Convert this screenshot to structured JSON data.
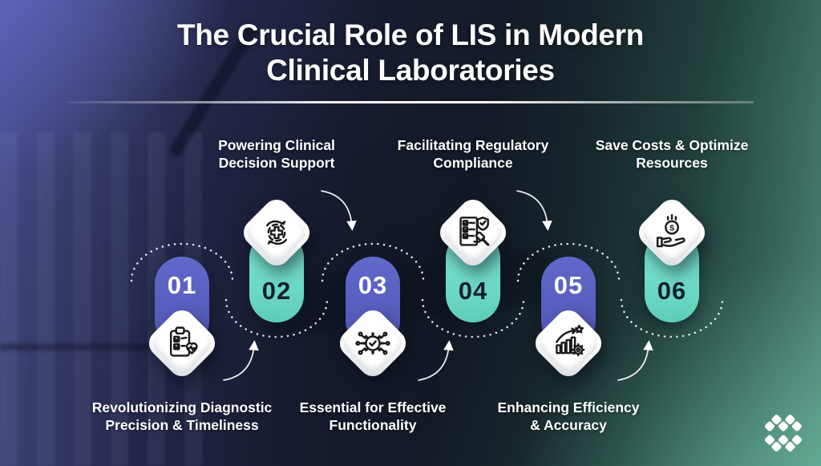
{
  "title": {
    "line1": "The Crucial Role of LIS in Modern",
    "line2": "Clinical Laboratories"
  },
  "steps": [
    {
      "number": "01",
      "label": "Revolutionizing Diagnostic\nPrecision & Timeliness",
      "icon": "clipboard-checklist-heart-icon",
      "capsule_color": "#5b61c2",
      "label_position": "bottom"
    },
    {
      "number": "02",
      "label": "Powering Clinical\nDecision Support",
      "icon": "hands-medical-cross-icon",
      "capsule_color": "#6fdcc7",
      "label_position": "top"
    },
    {
      "number": "03",
      "label": "Essential for Effective\nFunctionality",
      "icon": "gear-check-network-icon",
      "capsule_color": "#5b61c2",
      "label_position": "bottom"
    },
    {
      "number": "04",
      "label": "Facilitating Regulatory\nCompliance",
      "icon": "checklist-shield-gavel-icon",
      "capsule_color": "#6fdcc7",
      "label_position": "top"
    },
    {
      "number": "05",
      "label": "Enhancing Efficiency\n& Accuracy",
      "icon": "growth-chart-star-gear-icon",
      "capsule_color": "#5b61c2",
      "label_position": "bottom"
    },
    {
      "number": "06",
      "label": "Save Costs & Optimize\nResources",
      "icon": "hand-holding-dollar-coin-icon",
      "capsule_color": "#6fdcc7",
      "label_position": "top"
    }
  ],
  "glyphs": {
    "dollar": "$"
  },
  "colors": {
    "accent_purple": "#5b61c2",
    "accent_teal": "#6fdcc7",
    "card_white": "#ffffff",
    "number_dark": "#14202c",
    "title_text": "#ffffff",
    "background_left": "#4c519b",
    "background_center": "#141b28",
    "background_right": "#55917f"
  },
  "logo": {
    "icon": "mosaic-tile-cluster-logo"
  }
}
